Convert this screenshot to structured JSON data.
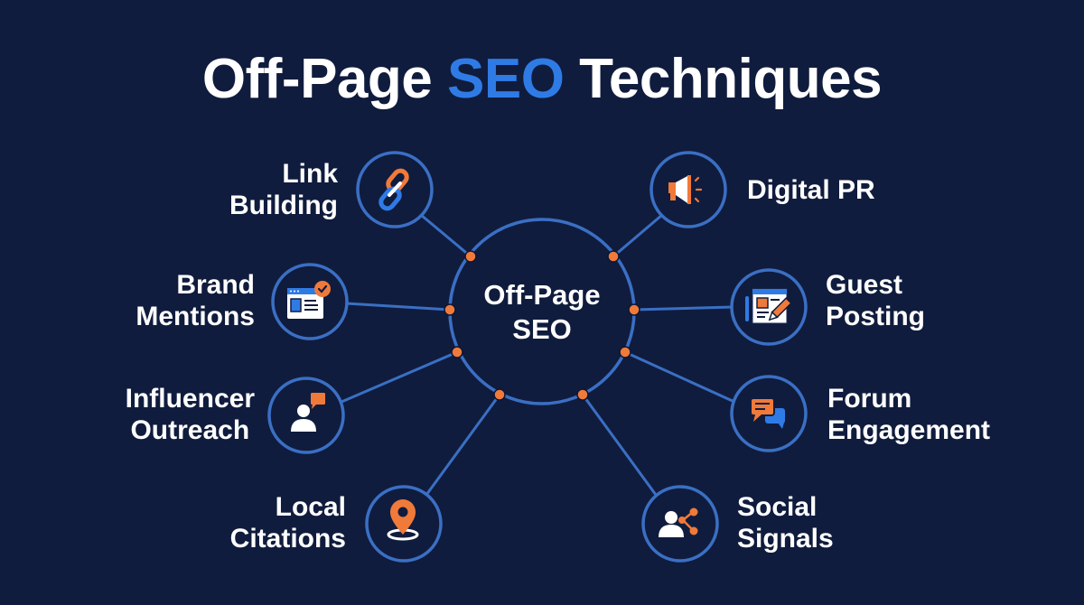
{
  "title": {
    "prefix": "Off-Page ",
    "accent": "SEO",
    "suffix": " Techniques"
  },
  "center": {
    "line1": "Off-Page",
    "line2": "SEO"
  },
  "colors": {
    "background": "#101c3d",
    "accent_blue": "#2f7be6",
    "line_blue": "#3a6fc4",
    "accent_orange": "#f07a3a",
    "text": "#ffffff"
  },
  "nodes": [
    {
      "id": "link-building",
      "line1": "Link",
      "line2": "Building",
      "icon": "link-icon",
      "side": "left"
    },
    {
      "id": "digital-pr",
      "line1": "Digital PR",
      "line2": "",
      "icon": "megaphone-icon",
      "side": "right"
    },
    {
      "id": "brand-mentions",
      "line1": "Brand",
      "line2": "Mentions",
      "icon": "browser-check-icon",
      "side": "left"
    },
    {
      "id": "guest-posting",
      "line1": "Guest",
      "line2": "Posting",
      "icon": "document-pencil-icon",
      "side": "right"
    },
    {
      "id": "influencer-outreach",
      "line1": "Influencer",
      "line2": "Outreach",
      "icon": "user-chat-icon",
      "side": "left"
    },
    {
      "id": "forum-engagement",
      "line1": "Forum",
      "line2": "Engagement",
      "icon": "chat-bubbles-icon",
      "side": "right"
    },
    {
      "id": "local-citations",
      "line1": "Local",
      "line2": "Citations",
      "icon": "map-pin-icon",
      "side": "left"
    },
    {
      "id": "social-signals",
      "line1": "Social",
      "line2": "Signals",
      "icon": "user-share-icon",
      "side": "right"
    }
  ]
}
